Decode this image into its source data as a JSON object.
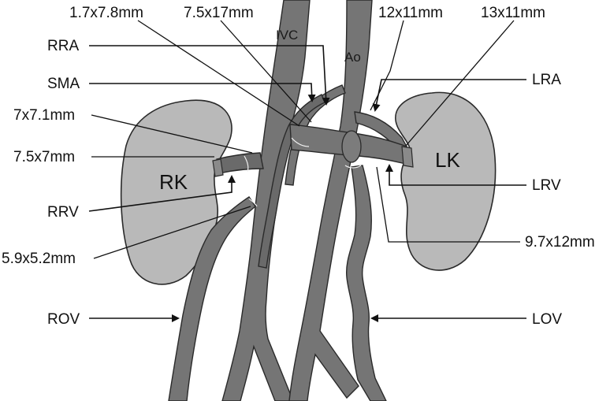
{
  "organs": {
    "right_kidney": "RK",
    "left_kidney": "LK",
    "ivc": "IVC",
    "aorta": "Ao"
  },
  "labels": {
    "m1": "1.7x7.8mm",
    "m2": "7.5x17mm",
    "m3": "12x11mm",
    "m4": "13x11mm",
    "rra": "RRA",
    "sma": "SMA",
    "lra": "LRA",
    "m5": "7x7.1mm",
    "m6": "7.5x7mm",
    "lrv": "LRV",
    "rrv": "RRV",
    "m7": "9.7x12mm",
    "m8": "5.9x5.2mm",
    "rov": "ROV",
    "lov": "LOV"
  },
  "colors": {
    "vessel": "#757575",
    "kidney": "#b9b9b9",
    "ink": "#111111"
  }
}
